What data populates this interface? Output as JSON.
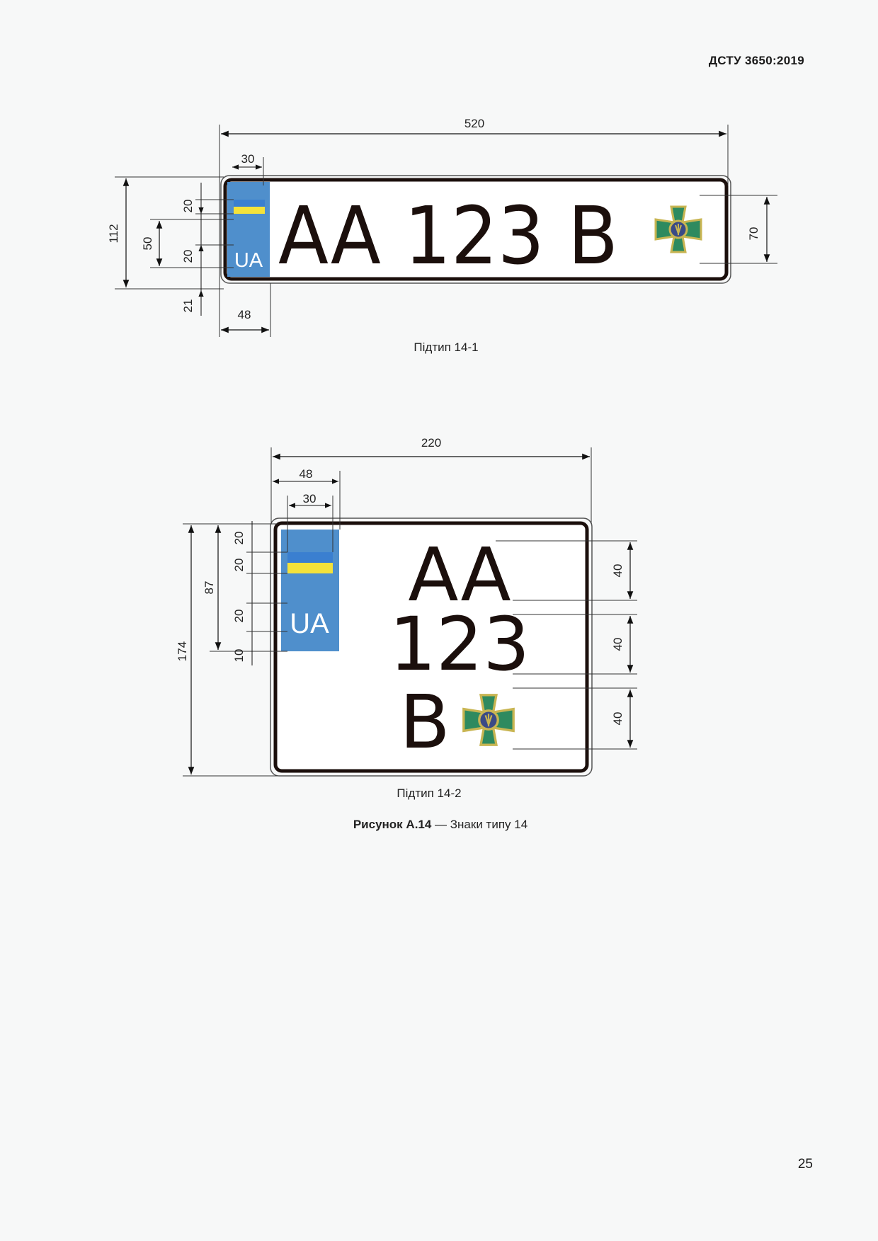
{
  "document": {
    "standard_code": "ДСТУ 3650:2019",
    "page_number": "25"
  },
  "figure1": {
    "caption": "Підтип 14-1",
    "plate_text": "AA 123 B",
    "flag_label": "UA",
    "dims": {
      "width": "520",
      "flag_w": "30",
      "band_w": "48",
      "height": "112",
      "d50": "50",
      "d20a": "20",
      "d20b": "20",
      "d21": "21",
      "char_h": "70"
    }
  },
  "figure2": {
    "caption": "Підтип 14-2",
    "line1": "AA",
    "line2": "123",
    "line3": "B",
    "flag_label": "UA",
    "dims": {
      "width": "220",
      "band_w": "48",
      "flag_w": "30",
      "height": "174",
      "d87": "87",
      "d20a": "20",
      "d20b": "20",
      "d20c": "20",
      "d10": "10",
      "row1": "40",
      "row2": "40",
      "row3": "40"
    }
  },
  "figure_caption": {
    "label": "Рисунок А.14",
    "text": " — Знаки типу 14"
  },
  "colors": {
    "band_blue": "#4f8fcc",
    "flag_blue": "#3a7fd0",
    "flag_yellow": "#f4e23a",
    "emblem_green": "#2e8a5f",
    "emblem_gold": "#c8b552",
    "plate_border": "#1b0f0c"
  }
}
